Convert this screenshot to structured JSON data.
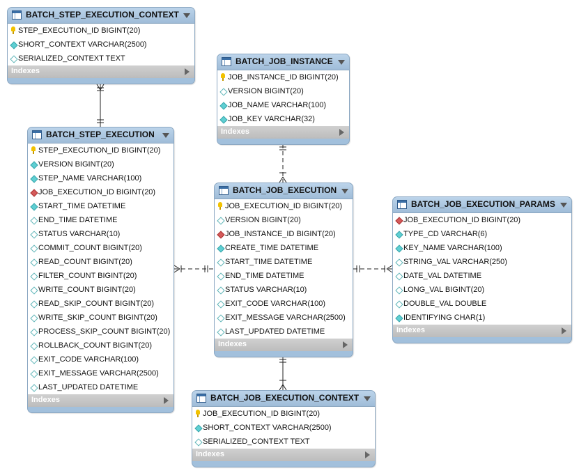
{
  "indexes_label": "Indexes",
  "entities": {
    "batch_step_execution_context": {
      "title": "BATCH_STEP_EXECUTION_CONTEXT",
      "columns": [
        {
          "name": "STEP_EXECUTION_ID BIGINT(20)",
          "icon": "primary-key-icon"
        },
        {
          "name": "SHORT_CONTEXT VARCHAR(2500)",
          "icon": "not-null-column-icon"
        },
        {
          "name": "SERIALIZED_CONTEXT TEXT",
          "icon": "nullable-column-icon"
        }
      ]
    },
    "batch_job_instance": {
      "title": "BATCH_JOB_INSTANCE",
      "columns": [
        {
          "name": "JOB_INSTANCE_ID BIGINT(20)",
          "icon": "primary-key-icon"
        },
        {
          "name": "VERSION BIGINT(20)",
          "icon": "nullable-column-icon"
        },
        {
          "name": "JOB_NAME VARCHAR(100)",
          "icon": "not-null-column-icon"
        },
        {
          "name": "JOB_KEY VARCHAR(32)",
          "icon": "not-null-column-icon"
        }
      ]
    },
    "batch_step_execution": {
      "title": "BATCH_STEP_EXECUTION",
      "columns": [
        {
          "name": "STEP_EXECUTION_ID BIGINT(20)",
          "icon": "primary-key-icon"
        },
        {
          "name": "VERSION BIGINT(20)",
          "icon": "not-null-column-icon"
        },
        {
          "name": "STEP_NAME VARCHAR(100)",
          "icon": "not-null-column-icon"
        },
        {
          "name": "JOB_EXECUTION_ID BIGINT(20)",
          "icon": "foreign-key-icon"
        },
        {
          "name": "START_TIME DATETIME",
          "icon": "not-null-column-icon"
        },
        {
          "name": "END_TIME DATETIME",
          "icon": "nullable-column-icon"
        },
        {
          "name": "STATUS VARCHAR(10)",
          "icon": "nullable-column-icon"
        },
        {
          "name": "COMMIT_COUNT BIGINT(20)",
          "icon": "nullable-column-icon"
        },
        {
          "name": "READ_COUNT BIGINT(20)",
          "icon": "nullable-column-icon"
        },
        {
          "name": "FILTER_COUNT BIGINT(20)",
          "icon": "nullable-column-icon"
        },
        {
          "name": "WRITE_COUNT BIGINT(20)",
          "icon": "nullable-column-icon"
        },
        {
          "name": "READ_SKIP_COUNT BIGINT(20)",
          "icon": "nullable-column-icon"
        },
        {
          "name": "WRITE_SKIP_COUNT BIGINT(20)",
          "icon": "nullable-column-icon"
        },
        {
          "name": "PROCESS_SKIP_COUNT BIGINT(20)",
          "icon": "nullable-column-icon"
        },
        {
          "name": "ROLLBACK_COUNT BIGINT(20)",
          "icon": "nullable-column-icon"
        },
        {
          "name": "EXIT_CODE VARCHAR(100)",
          "icon": "nullable-column-icon"
        },
        {
          "name": "EXIT_MESSAGE VARCHAR(2500)",
          "icon": "nullable-column-icon"
        },
        {
          "name": "LAST_UPDATED DATETIME",
          "icon": "nullable-column-icon"
        }
      ]
    },
    "batch_job_execution": {
      "title": "BATCH_JOB_EXECUTION",
      "columns": [
        {
          "name": "JOB_EXECUTION_ID BIGINT(20)",
          "icon": "primary-key-icon"
        },
        {
          "name": "VERSION BIGINT(20)",
          "icon": "nullable-column-icon"
        },
        {
          "name": "JOB_INSTANCE_ID BIGINT(20)",
          "icon": "foreign-key-icon"
        },
        {
          "name": "CREATE_TIME DATETIME",
          "icon": "not-null-column-icon"
        },
        {
          "name": "START_TIME DATETIME",
          "icon": "nullable-column-icon"
        },
        {
          "name": "END_TIME DATETIME",
          "icon": "nullable-column-icon"
        },
        {
          "name": "STATUS VARCHAR(10)",
          "icon": "nullable-column-icon"
        },
        {
          "name": "EXIT_CODE VARCHAR(100)",
          "icon": "nullable-column-icon"
        },
        {
          "name": "EXIT_MESSAGE VARCHAR(2500)",
          "icon": "nullable-column-icon"
        },
        {
          "name": "LAST_UPDATED DATETIME",
          "icon": "nullable-column-icon"
        }
      ]
    },
    "batch_job_execution_params": {
      "title": "BATCH_JOB_EXECUTION_PARAMS",
      "columns": [
        {
          "name": "JOB_EXECUTION_ID BIGINT(20)",
          "icon": "foreign-key-icon"
        },
        {
          "name": "TYPE_CD VARCHAR(6)",
          "icon": "not-null-column-icon"
        },
        {
          "name": "KEY_NAME VARCHAR(100)",
          "icon": "not-null-column-icon"
        },
        {
          "name": "STRING_VAL VARCHAR(250)",
          "icon": "nullable-column-icon"
        },
        {
          "name": "DATE_VAL DATETIME",
          "icon": "nullable-column-icon"
        },
        {
          "name": "LONG_VAL BIGINT(20)",
          "icon": "nullable-column-icon"
        },
        {
          "name": "DOUBLE_VAL DOUBLE",
          "icon": "nullable-column-icon"
        },
        {
          "name": "IDENTIFYING CHAR(1)",
          "icon": "not-null-column-icon"
        }
      ]
    },
    "batch_job_execution_context": {
      "title": "BATCH_JOB_EXECUTION_CONTEXT",
      "columns": [
        {
          "name": "JOB_EXECUTION_ID BIGINT(20)",
          "icon": "primary-key-icon"
        },
        {
          "name": "SHORT_CONTEXT VARCHAR(2500)",
          "icon": "not-null-column-icon"
        },
        {
          "name": "SERIALIZED_CONTEXT TEXT",
          "icon": "nullable-column-icon"
        }
      ]
    }
  }
}
